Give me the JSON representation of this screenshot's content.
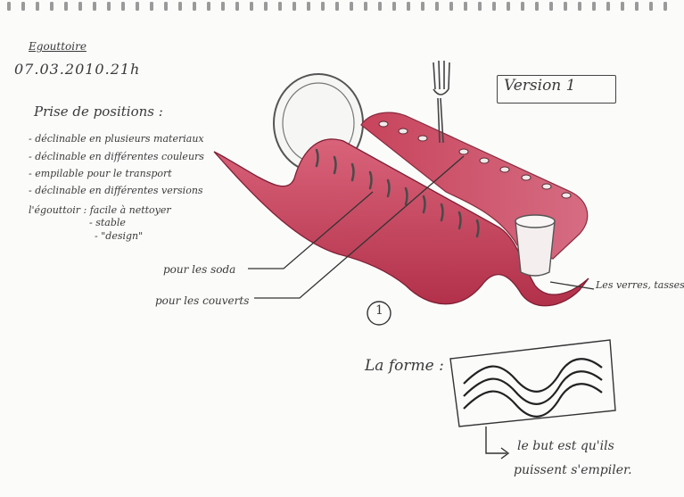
{
  "page": {
    "title": "Egouttoire",
    "date": "07.03.2010.21h",
    "heading": "Prise de positions :",
    "bullets": [
      "- déclinable en plusieurs materiaux",
      "- déclinable en différentes couleurs",
      "- empilable pour le transport",
      "- déclinable en différentes versions"
    ],
    "egouttoir_lines": [
      "l'égouttoir : facile à nettoyer",
      "- stable",
      "- \"design\""
    ],
    "version": "Version 1",
    "labels": {
      "soda": "pour les soda",
      "cups": "pour les couverts",
      "handles": "Les verres, tasses"
    },
    "sketch_number": "1",
    "form_label": "La forme :",
    "note_line1": "le but est qu'ils",
    "note_line2": "puissent s'empiler."
  },
  "colors": {
    "ink": "#3a3a3a",
    "pencil": "#555555",
    "rack_red": "#c43a52",
    "rack_dark": "#9b2538",
    "paper": "#fbfbfa"
  }
}
